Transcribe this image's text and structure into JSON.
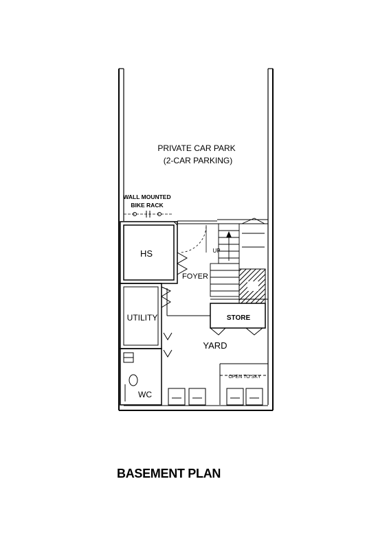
{
  "plan": {
    "title": "BASEMENT PLAN",
    "rooms": {
      "car_park_line1": "PRIVATE CAR PARK",
      "car_park_line2": "(2-CAR PARKING)",
      "bike_rack_line1": "WALL MOUNTED",
      "bike_rack_line2": "BIKE RACK",
      "hs": "HS",
      "foyer": "FOYER",
      "up": "UP",
      "utility": "UTILITY",
      "store": "STORE",
      "yard": "YARD",
      "wc": "WC",
      "open_to_sky": "OPEN TO SKY"
    }
  }
}
